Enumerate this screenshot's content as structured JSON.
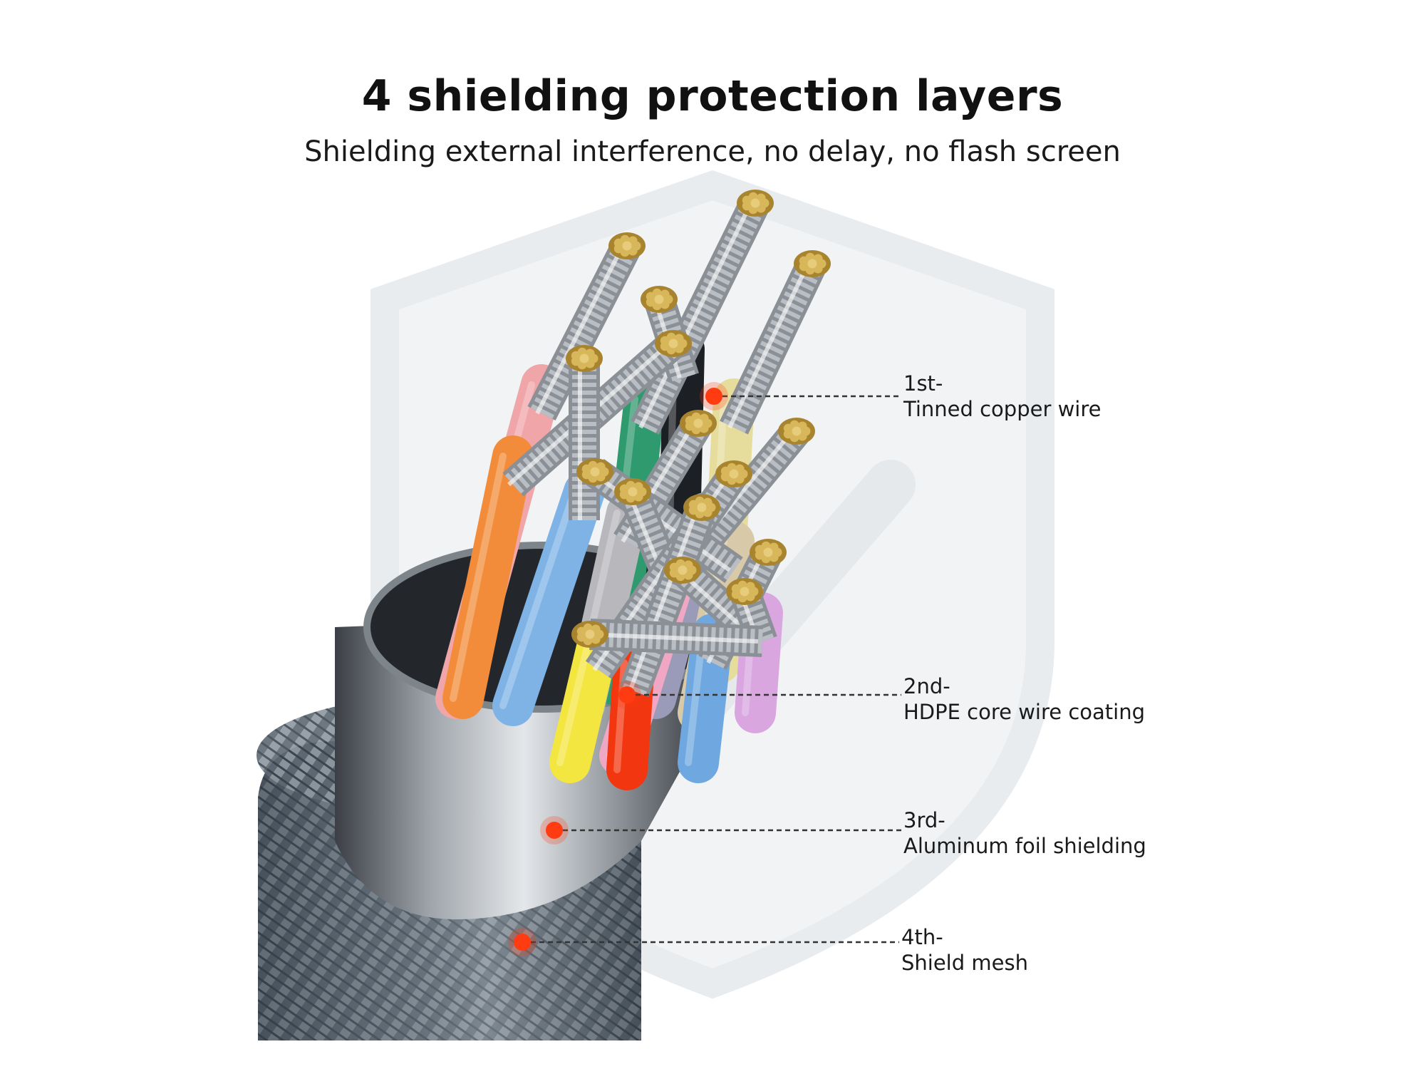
{
  "heading": {
    "title": "4 shielding protection layers",
    "subtitle": "Shielding external interference, no delay, no flash screen"
  },
  "layers": [
    {
      "ordinal": "1st-",
      "name": "Tinned copper wire"
    },
    {
      "ordinal": "2nd-",
      "name": "HDPE core wire coating"
    },
    {
      "ordinal": "3rd-",
      "name": "Aluminum foil shielding"
    },
    {
      "ordinal": "4th-",
      "name": "Shield mesh"
    }
  ],
  "colors": {
    "marker": "#ff3b12",
    "leader": "#333333",
    "watermark": "#eef0f2",
    "copper": "#d8b65a",
    "strand": "#b9bec4",
    "foil": "#9aa0a6",
    "mesh": "#4a5560"
  }
}
